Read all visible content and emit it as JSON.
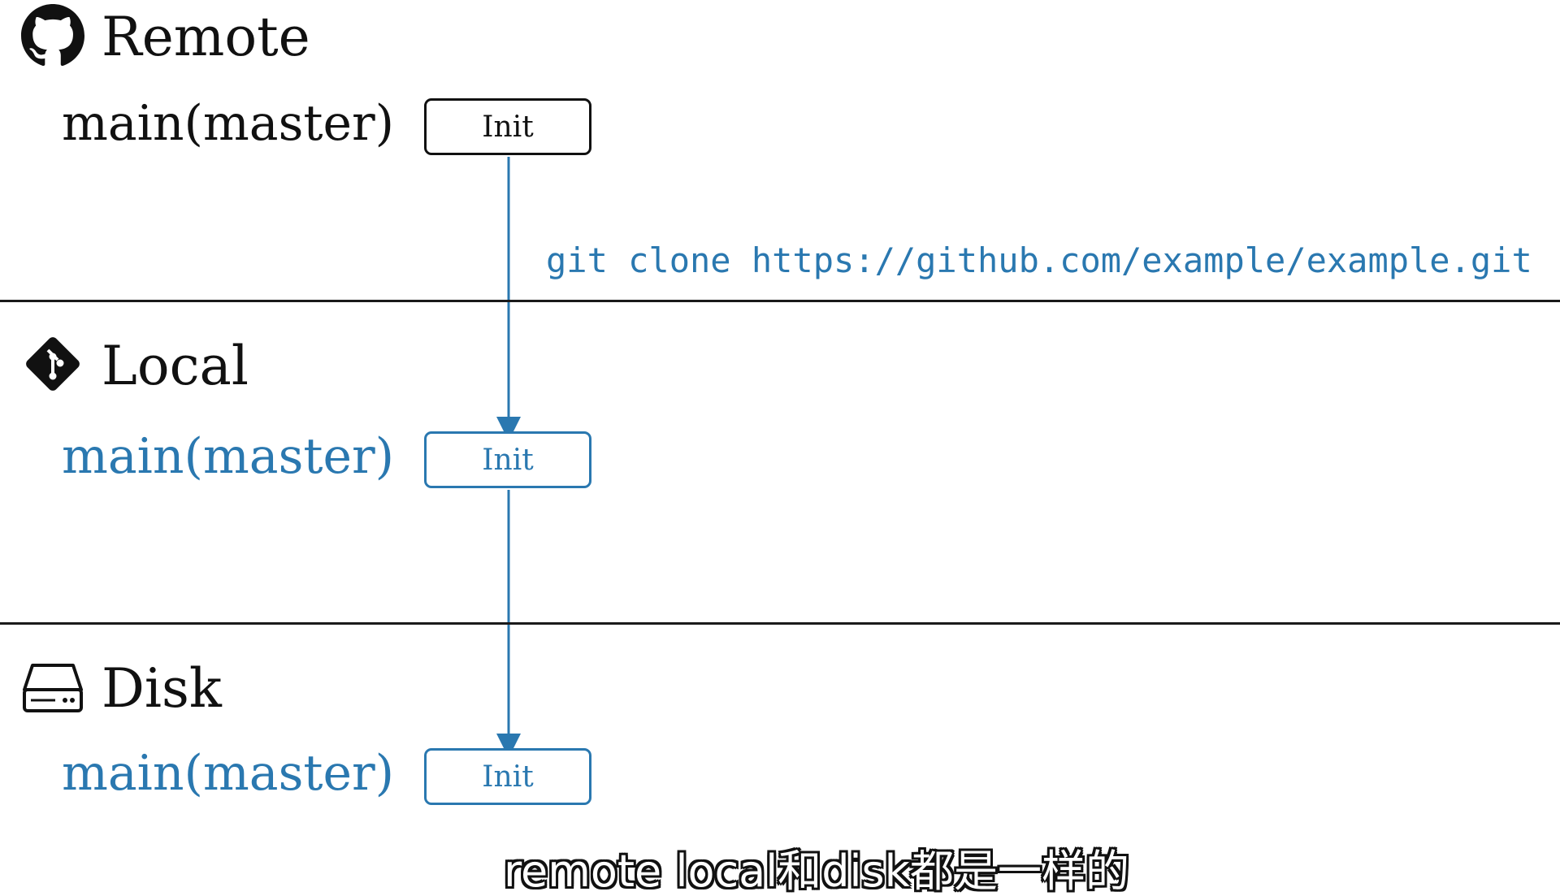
{
  "sections": {
    "remote": {
      "title": "Remote",
      "icon": "github-icon",
      "branch": "main(master)",
      "commit": "Init"
    },
    "local": {
      "title": "Local",
      "icon": "git-icon",
      "branch": "main(master)",
      "commit": "Init"
    },
    "disk": {
      "title": "Disk",
      "icon": "hard-drive-icon",
      "branch": "main(master)",
      "commit": "Init"
    }
  },
  "command": "git clone https://github.com/example/example.git",
  "subtitle": "remote local和disk都是一样的",
  "colors": {
    "remote": "#111111",
    "accent": "#2a78b0",
    "divider": "#1a1a1a"
  }
}
